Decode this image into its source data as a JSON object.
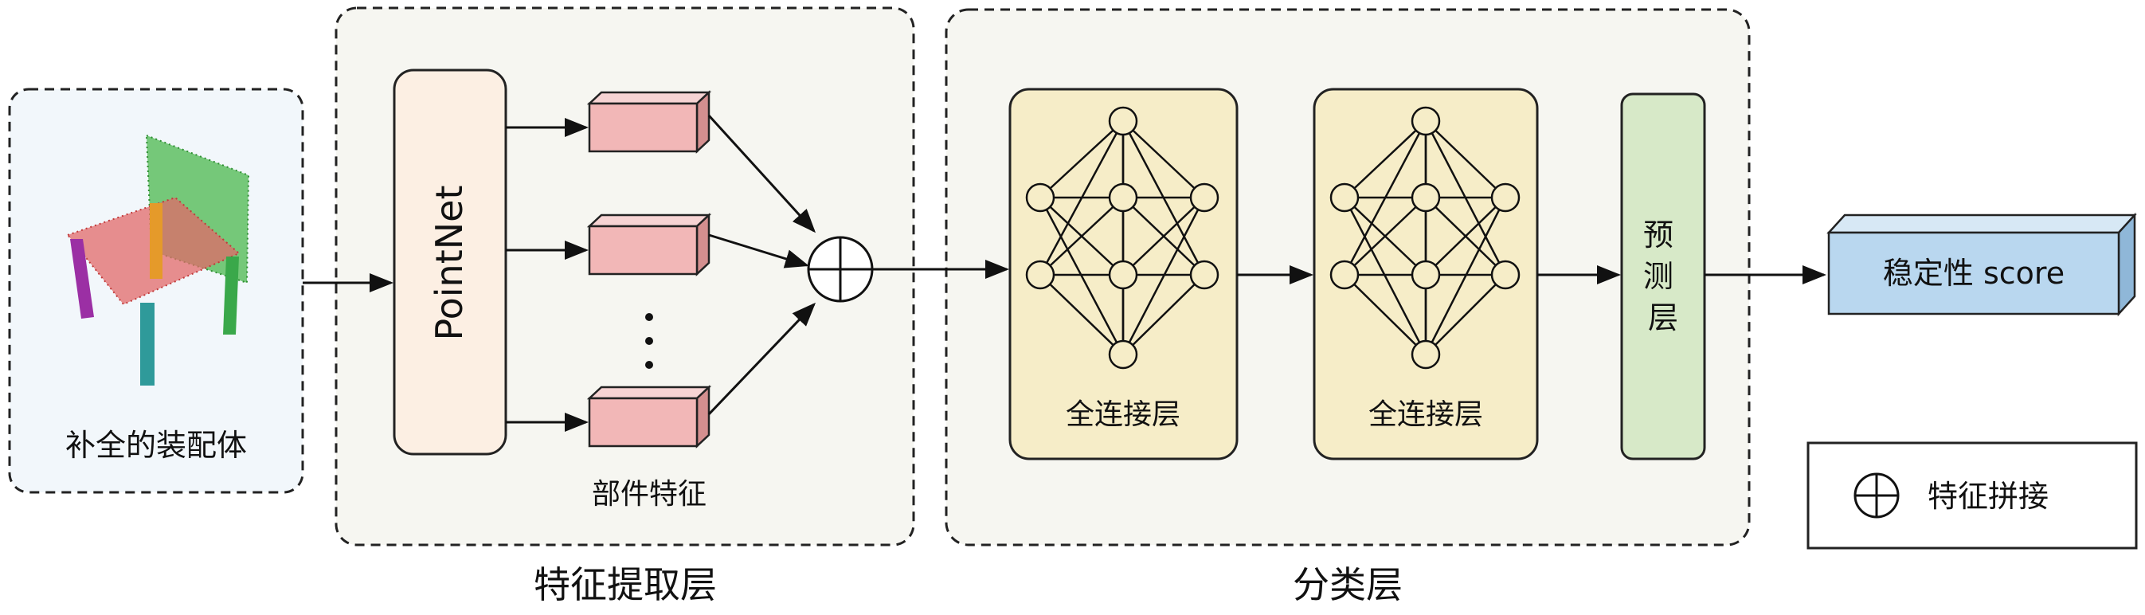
{
  "input": {
    "label": "补全的装配体"
  },
  "feature_extraction": {
    "encoder_label": "PointNet",
    "part_features_label": "部件特征",
    "ellipsis": "⋮",
    "section_label": "特征提取层"
  },
  "classification": {
    "fc1_label": "全连接层",
    "fc2_label": "全连接层",
    "prediction_label": "预测层",
    "section_label": "分类层"
  },
  "output": {
    "label": "稳定性 score"
  },
  "legend": {
    "concat_label": "特征拼接"
  },
  "colors": {
    "panel_fill": "#f6f6f1",
    "input_fill": "#f2f7fb",
    "pointnet_fill": "#fcefe3",
    "feature_box": "#f2b7b7",
    "fc_fill": "#f6edc8",
    "prediction_fill": "#d7e9c8",
    "output_fill": "#b9d7ef"
  }
}
